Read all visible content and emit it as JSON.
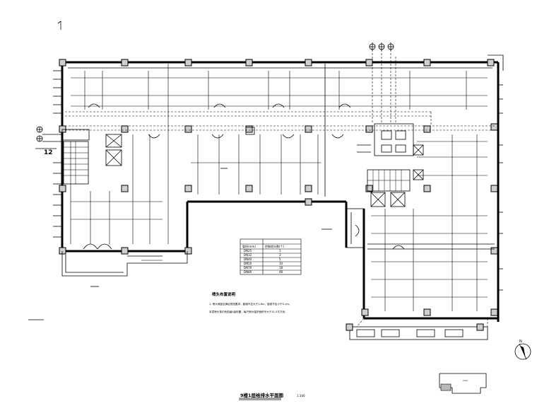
{
  "drawing": {
    "title": "9楼1层给排水平面图",
    "scale": "1:100",
    "notes_heading": "喷头布置说明",
    "notes": [
      "1. 喷头间距应满足规范要求，距墙不应大于1.8m，距梁不应小于0.1m。",
      "   本层喷头按中危险级II级布置，每只喷头保护面积不大于11.5平方米。"
    ],
    "table": {
      "header": [
        "管径(mm)",
        "控制喷头数(个)"
      ],
      "rows": [
        [
          "DN25",
          "1"
        ],
        [
          "DN32",
          "3"
        ],
        [
          "DN40",
          "5"
        ],
        [
          "DN50",
          "10"
        ],
        [
          "DN70",
          "18"
        ],
        [
          "DN80",
          "48"
        ]
      ]
    },
    "labels": {
      "mark_left": "12",
      "north": "N"
    }
  }
}
